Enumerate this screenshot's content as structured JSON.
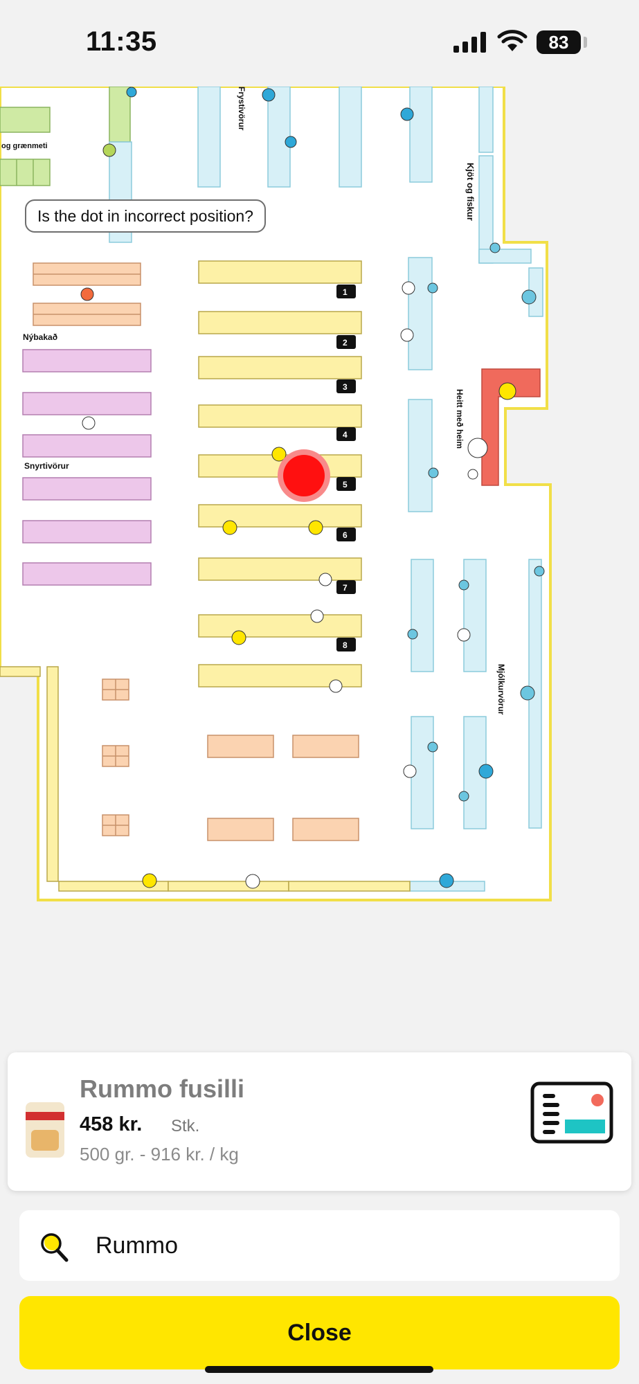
{
  "status_bar": {
    "time": "11:35",
    "battery": "83"
  },
  "map": {
    "tooltip": "Is the dot in incorrect position?",
    "sections": {
      "vegetables": "og grænmeti",
      "frozen": "Frystivörur",
      "meat_fish": "Kjöt og fiskur",
      "bakery": "Nýbakað",
      "hot_food": "Heitt með heim",
      "cosmetics": "Snyrtivörur",
      "dairy": "Mjólkurvörur"
    },
    "aisles": [
      "1",
      "2",
      "3",
      "4",
      "5",
      "6",
      "7",
      "8"
    ]
  },
  "product": {
    "name": "Rummo fusilli",
    "price": "458 kr.",
    "unit": "Stk.",
    "details": "500 gr. - 916 kr. / kg"
  },
  "search": {
    "value": "Rummo"
  },
  "close_label": "Close"
}
